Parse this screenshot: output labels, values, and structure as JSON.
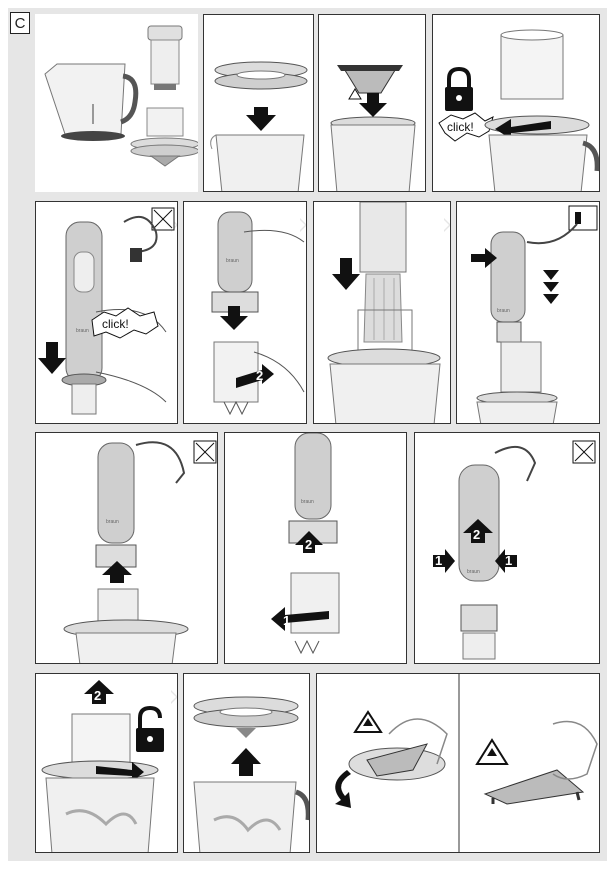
{
  "section_label": "C",
  "callouts": {
    "click_1": "click!",
    "click_2": "click!"
  },
  "step_numbers": {
    "p7_step": "2",
    "p11_step_top": "2",
    "p11_step_bottom": "1",
    "p12_step_center": "2",
    "p12_step_left": "1",
    "p12_step_right": "1",
    "p13_step": "2"
  },
  "brand_text": "braun",
  "icons": {
    "lock": "lock-closed-icon",
    "unlock": "lock-open-icon",
    "unplug": "no-plug-icon",
    "caution": "caution-sharp-blade-icon"
  },
  "colors": {
    "sheet_bg": "#e6e6e6",
    "panel_border": "#333333",
    "arrow_fill": "#111111",
    "device_grey": "#bdbdbd"
  }
}
